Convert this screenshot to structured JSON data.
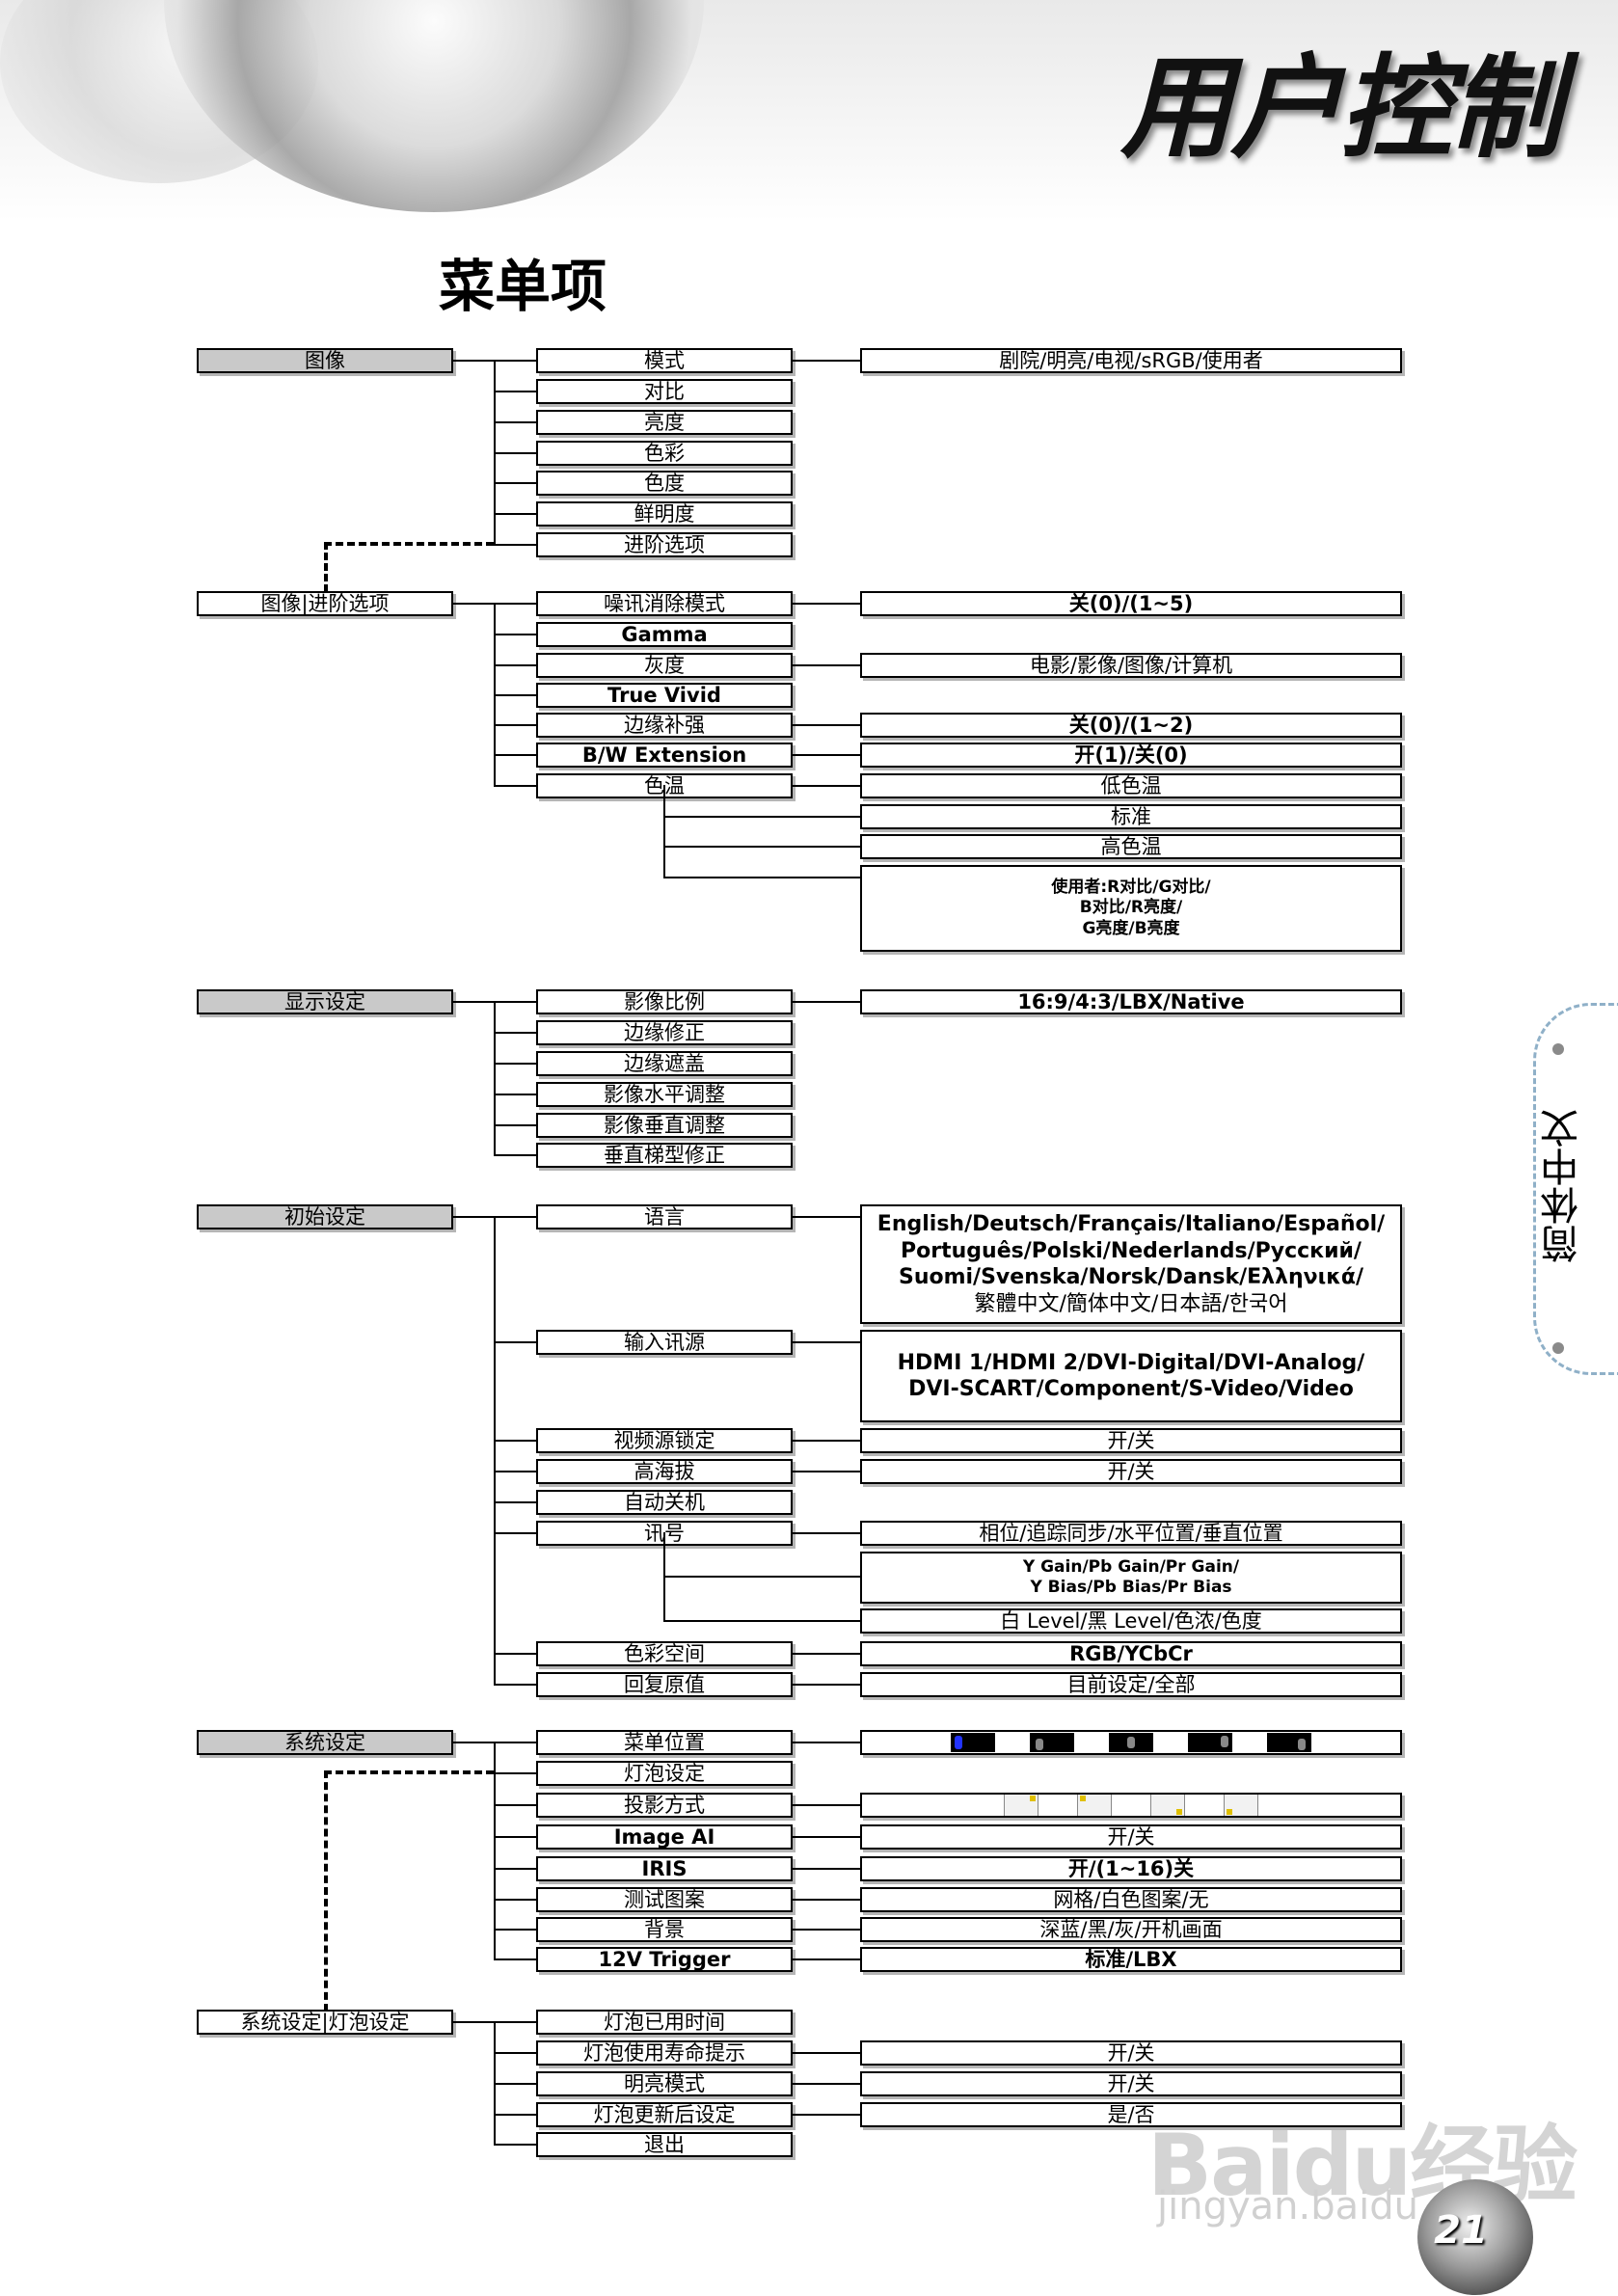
{
  "header": {
    "chapter_title": "用户控制",
    "section_title": "菜单项"
  },
  "side_tab": {
    "label": "简体中文"
  },
  "page_number": "21",
  "watermark": {
    "logo_text": "Baidu经验",
    "url_text": "jingyan.baidu.com"
  },
  "image_menu": {
    "category": "图像",
    "items": [
      "模式",
      "对比",
      "亮度",
      "色彩",
      "色度",
      "鲜明度",
      "进阶选项"
    ],
    "mode_options": "剧院/明亮/电视/sRGB/使用者"
  },
  "image_advanced": {
    "category": "图像|进阶选项",
    "items": [
      "噪讯消除模式",
      "Gamma",
      "灰度",
      "True Vivid",
      "边缘补强",
      "B/W Extension",
      "色温"
    ],
    "options": {
      "noise": "关(0)/(1~5)",
      "gray": "电影/影像/图像/计算机",
      "edge": "关(0)/(1~2)",
      "bw": "开(1)/关(0)",
      "color_temp": [
        "低色温",
        "标准",
        "高色温"
      ],
      "user_temp": [
        "使用者:R对比/G对比/",
        "B对比/R亮度/",
        "G亮度/B亮度"
      ]
    }
  },
  "display": {
    "category": "显示设定",
    "items": [
      "影像比例",
      "边缘修正",
      "边缘遮盖",
      "影像水平调整",
      "影像垂直调整",
      "垂直梯型修正"
    ],
    "ratio_options": "16:9/4:3/LBX/Native"
  },
  "initial": {
    "category": "初始设定",
    "items": [
      "语言",
      "输入讯源",
      "视频源锁定",
      "高海拔",
      "自动关机",
      "讯号",
      "色彩空间",
      "回复原值"
    ],
    "language_options": [
      "English/Deutsch/Français/Italiano/Español/",
      "Português/Polski/Nederlands/Русский/",
      "Suomi/Svenska/Norsk/Dansk/Ελληνικά/",
      "繁體中文/簡体中文/日本語/한국어"
    ],
    "source_options": [
      "HDMI 1/HDMI 2/DVI-Digital/DVI-Analog/",
      "DVI-SCART/Component/S-Video/Video"
    ],
    "source_lock": "开/关",
    "high_altitude": "开/关",
    "signal_options": "相位/追踪同步/水平位置/垂直位置",
    "signal_gain": [
      "Y Gain/Pb Gain/Pr Gain/",
      "Y Bias/Pb Bias/Pr Bias"
    ],
    "signal_level": "白 Level/黑 Level/色浓/色度",
    "color_space": "RGB/YCbCr",
    "reset": "目前设定/全部"
  },
  "system": {
    "category": "系统设定",
    "items": [
      "菜单位置",
      "灯泡设定",
      "投影方式",
      "Image AI",
      "IRIS",
      "测试图案",
      "背景",
      "12V Trigger"
    ],
    "image_ai": "开/关",
    "iris": "开/(1~16)关",
    "test_pattern": "网格/白色图案/无",
    "background": "深蓝/黑/灰/开机画面",
    "trigger": "标准/LBX"
  },
  "lamp": {
    "category": "系统设定|灯泡设定",
    "items": [
      "灯泡已用时间",
      "灯泡使用寿命提示",
      "明亮模式",
      "灯泡更新后设定",
      "退出"
    ],
    "reminder": "开/关",
    "bright_mode": "开/关",
    "reset": "是/否"
  }
}
